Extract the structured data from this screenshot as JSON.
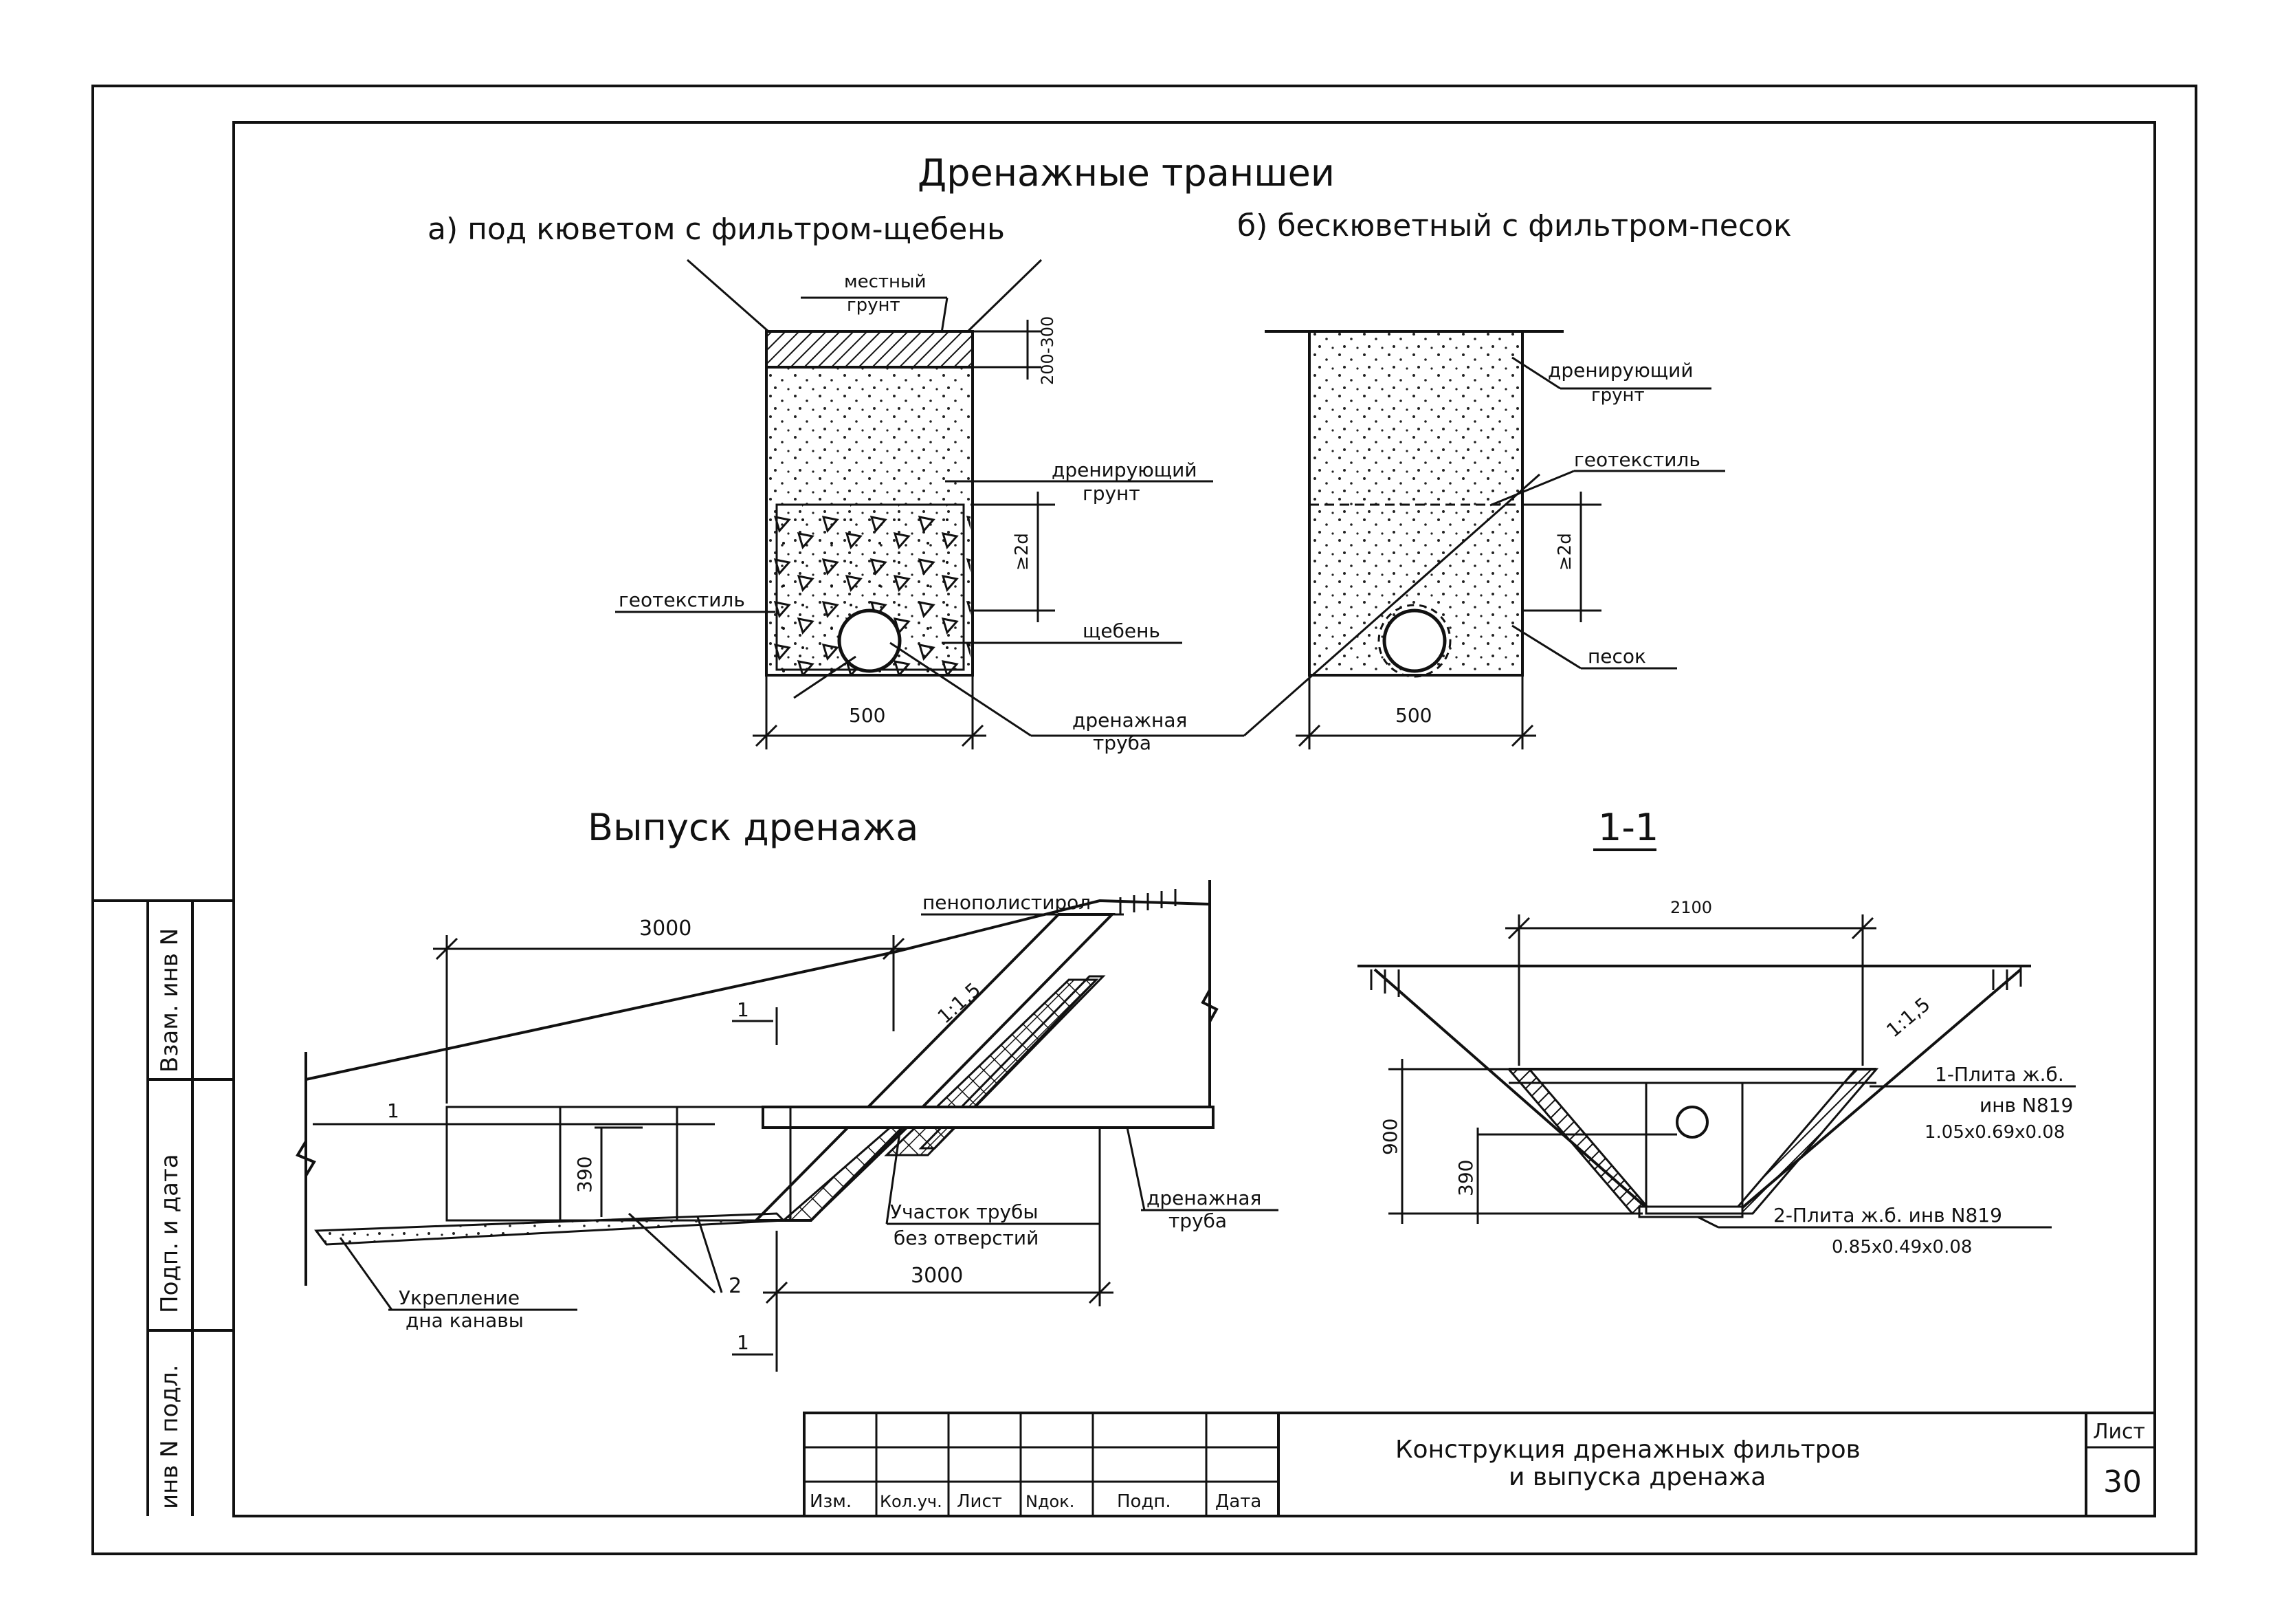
{
  "sheet": {
    "main_title": "Дренажные траншеи",
    "subtitle_a": "а) под кюветом с фильтром-щебень",
    "subtitle_b": "б) бескюветный с фильтром-песок",
    "title_outlet": "Выпуск дренажа",
    "title_section": "1-1"
  },
  "trench_a": {
    "label_local_soil": [
      "местный",
      "грунт"
    ],
    "label_draining_soil": [
      "дренирующий",
      "грунт"
    ],
    "label_geotextile": "геотекстиль",
    "label_crushed_stone": "щебень",
    "label_pipe": [
      "дренажная",
      "труба"
    ],
    "dim_top": "200-300",
    "dim_2d": "≥2d",
    "dim_width": "500"
  },
  "trench_b": {
    "label_draining_soil": [
      "дренирующий",
      "грунт"
    ],
    "label_geotextile": "геотекстиль",
    "label_sand": "песок",
    "dim_2d": "≥2d",
    "dim_width": "500"
  },
  "outlet": {
    "label_foam": "пенополистирол",
    "slope": "1:1,5",
    "dim_top": "3000",
    "dim_bottom": "3000",
    "dim_390": "390",
    "cut_mark": "1",
    "mark_1": "1",
    "mark_2": "2",
    "label_pipe_section": [
      "Участок трубы",
      "без отверстий"
    ],
    "label_pipe": [
      "дренажная",
      "труба"
    ],
    "label_ditch": [
      "Укрепление",
      "дна канавы"
    ]
  },
  "section": {
    "dim_width": "2100",
    "dim_900": "900",
    "dim_390": "390",
    "slope": "1:1,5",
    "plate_1": [
      "1-Плита ж.б.",
      "инв N819",
      "1.05x0.69x0.08"
    ],
    "plate_2": [
      "2-Плита ж.б. инв N819",
      "0.85x0.49x0.08"
    ]
  },
  "side_stamp": {
    "cells": [
      "Взам. инв N",
      "Подп. и дата",
      "инв N подл."
    ]
  },
  "title_block": {
    "headers": [
      "Изм.",
      "Кол.уч.",
      "Лист",
      "Nдок.",
      "Подп.",
      "Дата"
    ],
    "title_line1": "Конструкция дренажных фильтров",
    "title_line2": "и выпуска дренажа",
    "sheet_label": "Лист",
    "sheet_number": "30"
  }
}
